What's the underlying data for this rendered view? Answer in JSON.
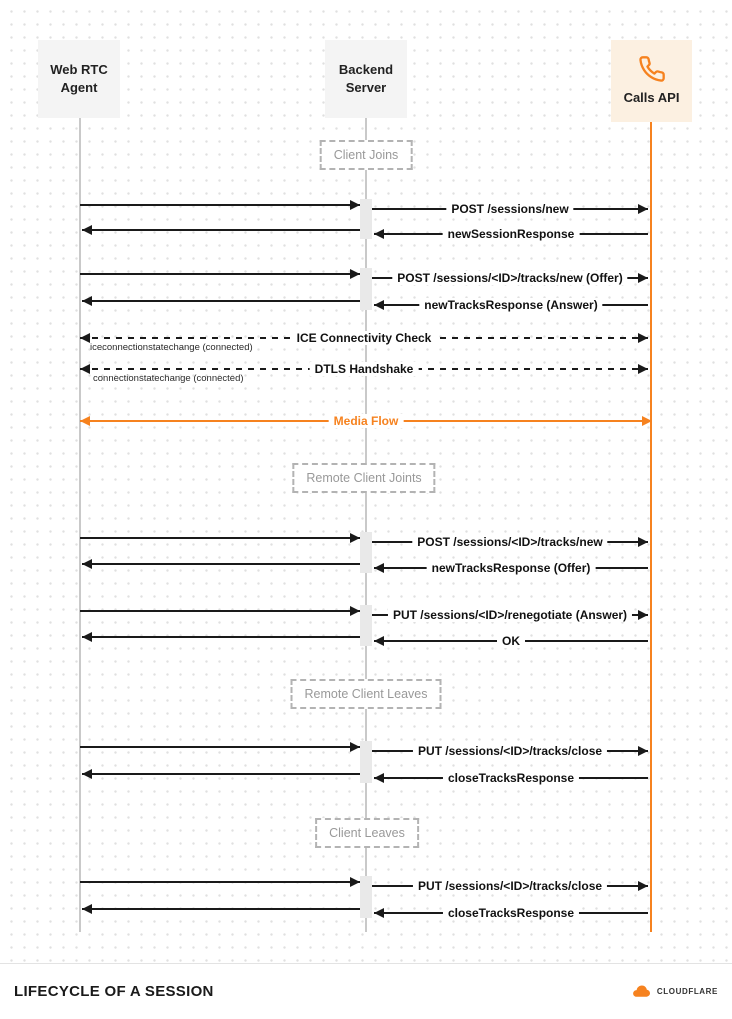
{
  "actors": [
    {
      "label": "Web RTC Agent",
      "line1": "Web RTC",
      "line2": "Agent"
    },
    {
      "label": "Backend Server",
      "line1": "Backend",
      "line2": "Server"
    },
    {
      "label": "Calls API",
      "line1": "Calls API",
      "icon": "phone-icon"
    }
  ],
  "sections": [
    "Client Joins",
    "Remote Client Joints",
    "Remote Client Leaves",
    "Client Leaves"
  ],
  "messages": [
    {
      "from": "Web RTC Agent",
      "to": "Calls API",
      "via": "Backend Server",
      "label": "POST /sessions/new",
      "style": "solid"
    },
    {
      "from": "Calls API",
      "to": "Web RTC Agent",
      "via": "Backend Server",
      "label": "newSessionResponse",
      "style": "solid"
    },
    {
      "from": "Web RTC Agent",
      "to": "Calls API",
      "via": "Backend Server",
      "label": "POST /sessions/<ID>/tracks/new (Offer)",
      "style": "solid"
    },
    {
      "from": "Calls API",
      "to": "Web RTC Agent",
      "via": "Backend Server",
      "label": "newTracksResponse (Answer)",
      "style": "solid"
    },
    {
      "from": "Web RTC Agent",
      "to": "Calls API",
      "label": "ICE Connectivity Check",
      "style": "dashed-bidirectional",
      "note": "iceconnectionstatechange (connected)"
    },
    {
      "from": "Web RTC Agent",
      "to": "Calls API",
      "label": "DTLS Handshake",
      "style": "dashed-bidirectional",
      "note": "connectionstatechange (connected)"
    },
    {
      "from": "Web RTC Agent",
      "to": "Calls API",
      "label": "Media Flow",
      "style": "orange-bidirectional"
    },
    {
      "from": "Web RTC Agent",
      "to": "Calls API",
      "via": "Backend Server",
      "label": "POST /sessions/<ID>/tracks/new",
      "style": "solid"
    },
    {
      "from": "Calls API",
      "to": "Web RTC Agent",
      "via": "Backend Server",
      "label": "newTracksResponse (Offer)",
      "style": "solid"
    },
    {
      "from": "Web RTC Agent",
      "to": "Calls API",
      "via": "Backend Server",
      "label": "PUT /sessions/<ID>/renegotiate (Answer)",
      "style": "solid"
    },
    {
      "from": "Calls API",
      "to": "Web RTC Agent",
      "via": "Backend Server",
      "label": "OK",
      "style": "solid"
    },
    {
      "from": "Web RTC Agent",
      "to": "Calls API",
      "via": "Backend Server",
      "label": "PUT /sessions/<ID>/tracks/close",
      "style": "solid"
    },
    {
      "from": "Calls API",
      "to": "Web RTC Agent",
      "via": "Backend Server",
      "label": "closeTracksResponse",
      "style": "solid"
    },
    {
      "from": "Web RTC Agent",
      "to": "Calls API",
      "via": "Backend Server",
      "label": "PUT /sessions/<ID>/tracks/close",
      "style": "solid"
    },
    {
      "from": "Calls API",
      "to": "Web RTC Agent",
      "via": "Backend Server",
      "label": "closeTracksResponse",
      "style": "solid"
    }
  ],
  "footer": {
    "title": "LIFECYCLE OF A SESSION",
    "brand": "CLOUDFLARE"
  },
  "colors": {
    "accent": "#f6821f",
    "arrow": "#1a1a1a",
    "lifeline": "#c9c9c9",
    "actor_bg": "#f4f4f4",
    "calls_actor_bg": "#fcf0e1",
    "section_label": "#999999"
  }
}
